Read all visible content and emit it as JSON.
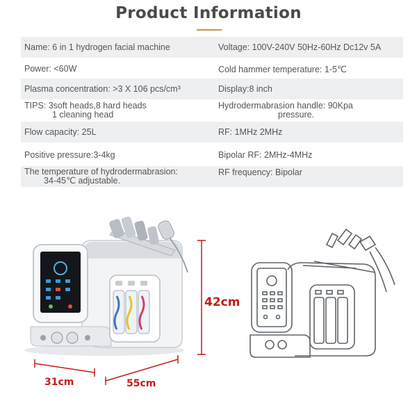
{
  "header": {
    "title": "Product Information"
  },
  "specs": [
    {
      "left": "Name: 6 in 1 hydrogen facial machine",
      "right": "Voltage: 100V-240V 50Hz-60Hz Dc12v 5A"
    },
    {
      "left": "Power: <60W",
      "right": "Cold hammer temperature: 1-5℃"
    },
    {
      "left": "Plasma concentration: >3 X 106 pcs/cm³",
      "right": "Display:8 inch"
    },
    {
      "left": "TIPS: 3soft heads,8 hard heads",
      "left_2": "1 cleaning head",
      "right": "Hydrodermabrasion handle: 90Kpa",
      "right_2": "pressure."
    },
    {
      "left": "Flow capacity: 25L",
      "right": "RF: 1MHz 2MHz"
    },
    {
      "left": "Positive pressure:3-4kg",
      "right": "Bipolar RF: 2MHz-4MHz"
    },
    {
      "left": "The temperature of hydrodermabrasion:",
      "left_2": "34-45℃ adjustable.",
      "right": "RF frequency: Bipolar"
    }
  ],
  "dimensions": {
    "height": "42cm",
    "width": "55cm",
    "depth": "31cm"
  },
  "colors": {
    "dimension": "#c41b1b",
    "accent_rule": "#c59a3c",
    "row_shade": "#eeeff1"
  }
}
